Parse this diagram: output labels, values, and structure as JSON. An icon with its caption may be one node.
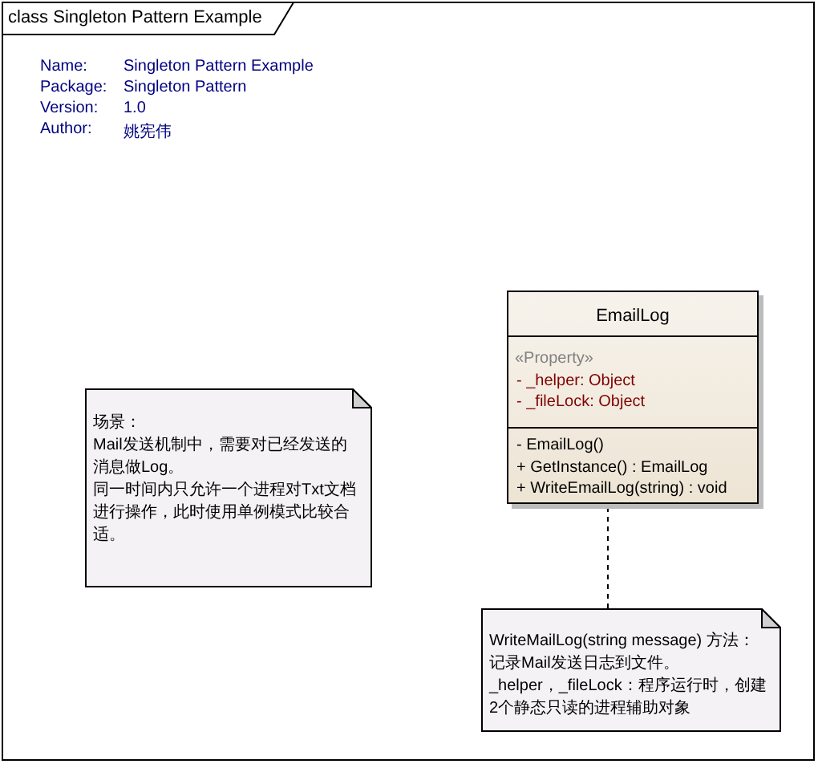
{
  "diagram": {
    "title": "class Singleton Pattern Example",
    "nodes": [
      {
        "text": [],
        "shape": "box"
      },
      {
        "text": [
          "EmailLog",
          "«Property»",
          "- _helper: Object",
          "- _fileLock: Object",
          "- EmailLog()",
          "+ GetInstance() : EmailLog",
          "+ WriteEmailLog(string) : void"
        ],
        "in": 0
      },
      {
        "text": [
          "场景：",
          "Mail发送机制中，需要对已经发送的消息做Log。",
          "同一时间内只允许一个进程对Txt文档进行操作，此时使用单例模式比较合适。"
        ],
        "in": 0
      },
      {
        "text": [
          "WriteMailLog(string message) 方法：",
          "记录Mail发送日志到文件。",
          "_helper，_fileLock：程序运行时，创建2个静态只读的进程辅助对象"
        ],
        "in": 0
      }
    ],
    "edges": [
      {
        "from": 3,
        "to": 1,
        "arrow": "none",
        "style": "dashed"
      }
    ],
    "labels": [
      "Name:",
      "Singleton Pattern Example",
      "Package:",
      "Singleton Pattern",
      "Version:",
      "1.0",
      "Author:",
      "姚宪伟"
    ]
  }
}
